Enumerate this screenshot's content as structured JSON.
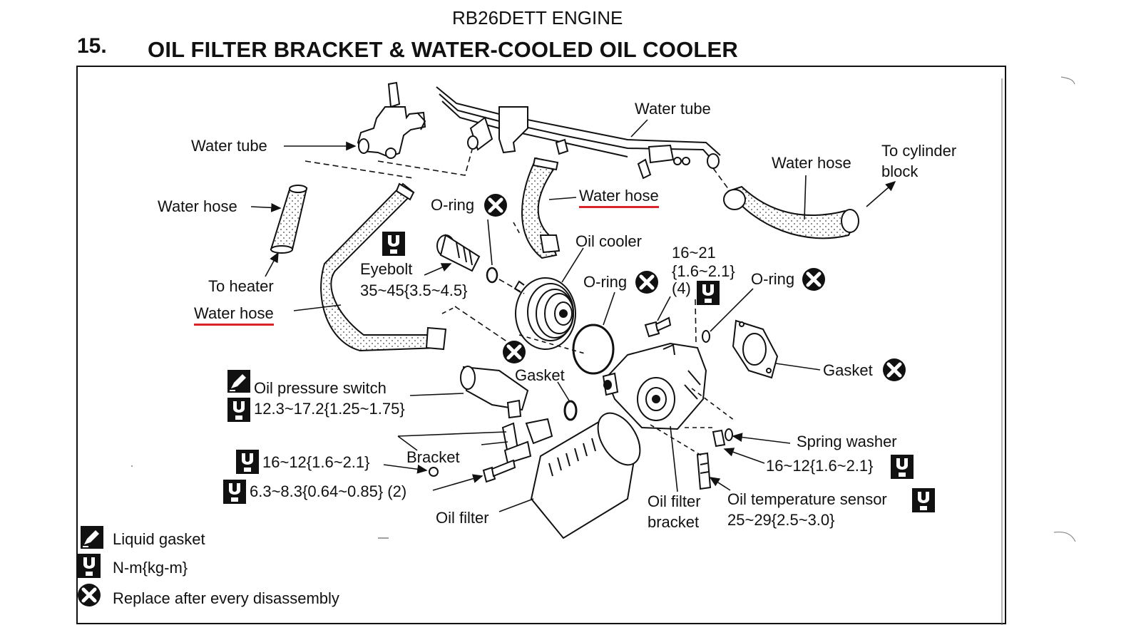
{
  "header": {
    "engine": "RB26DETT ENGINE",
    "section_number": "15.",
    "section_title": "OIL FILTER BRACKET & WATER-COOLED OIL COOLER"
  },
  "labels": {
    "water_tube_left": "Water tube",
    "water_tube_top": "Water tube",
    "water_hose_upper_left": "Water hose",
    "water_hose_center": "Water hose",
    "water_hose_right": "Water hose",
    "to_cylinder_block_1": "To cylinder",
    "to_cylinder_block_2": "block",
    "to_heater": "To heater",
    "water_hose_lower_left": "Water hose",
    "oring_top": "O-ring",
    "oil_cooler": "Oil cooler",
    "eyebolt": "Eyebolt",
    "eyebolt_torque": "35~45{3.5~4.5}",
    "bolt_torque_1": "16~21",
    "bolt_torque_2": "{1.6~2.1}",
    "bolt_qty": "(4)",
    "oring_middle": "O-ring",
    "oring_right": "O-ring",
    "gasket_center": "Gasket",
    "gasket_right": "Gasket",
    "oil_pressure_switch": "Oil pressure switch",
    "oil_pressure_torque": "12.3~17.2{1.25~1.75}",
    "bracket": "Bracket",
    "bracket_torque": "16~12{1.6~2.1}",
    "bolt_small_torque": "6.3~8.3{0.64~0.85} (2)",
    "oil_filter": "Oil filter",
    "oil_filter_bracket_1": "Oil filter",
    "oil_filter_bracket_2": "bracket",
    "spring_washer": "Spring washer",
    "spring_washer_torque": "16~12{1.6~2.1}",
    "oil_temp_sensor": "Oil temperature sensor",
    "oil_temp_torque": "25~29{2.5~3.0}"
  },
  "legend": {
    "liquid_gasket": "Liquid gasket",
    "torque_unit": "N-m{kg-m}",
    "replace": "Replace after every disassembly"
  },
  "colors": {
    "underline": "#d8242a",
    "ink": "#111111"
  },
  "icons": {
    "replace": "replace-x-icon",
    "torque": "torque-wrench-icon",
    "liquid_gasket": "liquid-gasket-icon"
  }
}
